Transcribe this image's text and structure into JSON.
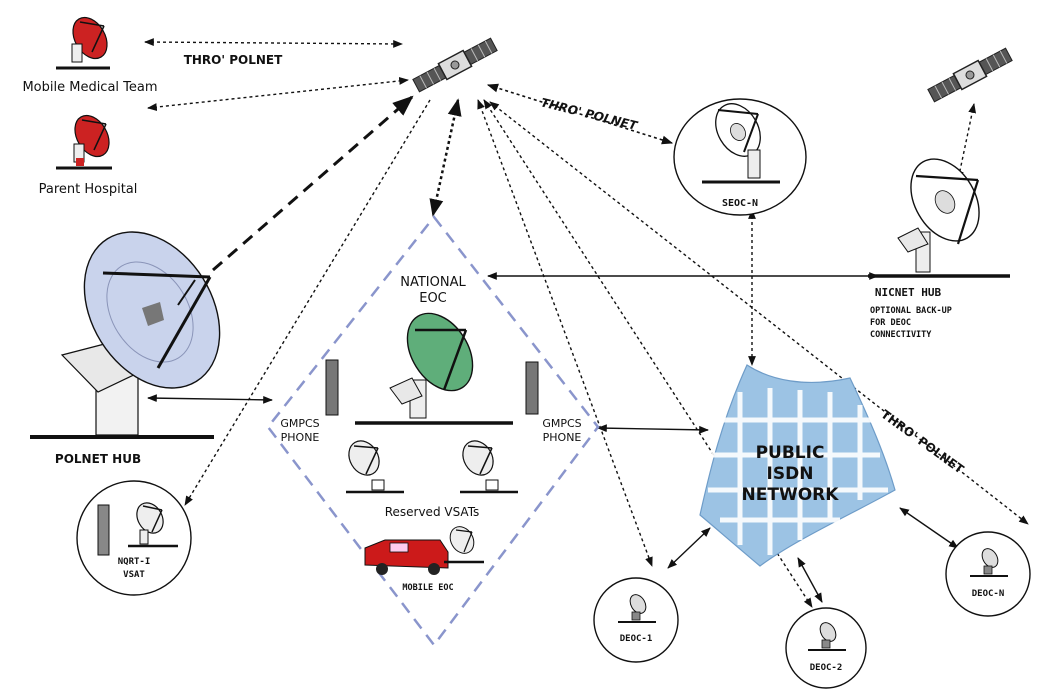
{
  "labels": {
    "mobile_medical_team": "Mobile Medical Team",
    "parent_hospital": "Parent Hospital",
    "thro_polnet_top": "THRO' POLNET",
    "thro_polnet_seoc": "THRO' POLNET",
    "thro_polnet_right": "THRO' POLNET",
    "seoc_n": "SEOC-N",
    "nicnet_hub": "NICNET HUB",
    "nicnet_note_1": "OPTIONAL BACK-UP",
    "nicnet_note_2": "FOR DEOC",
    "nicnet_note_3": "CONNECTIVITY",
    "national_eoc_1": "NATIONAL",
    "national_eoc_2": "EOC",
    "gmpcs_left_1": "GMPCS",
    "gmpcs_left_2": "PHONE",
    "gmpcs_right_1": "GMPCS",
    "gmpcs_right_2": "PHONE",
    "polnet_hub": "POLNET HUB",
    "reserved_vsats": "Reserved VSATs",
    "mobile_eoc": "MOBILE EOC",
    "nqrt_1": "NQRT-I",
    "nqrt_2": "VSAT",
    "public_isdn_1": "PUBLIC",
    "public_isdn_2": "ISDN",
    "public_isdn_3": "NETWORK",
    "deoc_1": "DEOC-1",
    "deoc_2": "DEOC-2",
    "deoc_n": "DEOC-N"
  },
  "colors": {
    "red_dish": "#cc2222",
    "hub_dish": "#c9d3ec",
    "eoc_dish": "#5fae7a",
    "diamond": "#8a95cc",
    "isdn": "#9cc3e4",
    "van": "#cc1a1a"
  }
}
